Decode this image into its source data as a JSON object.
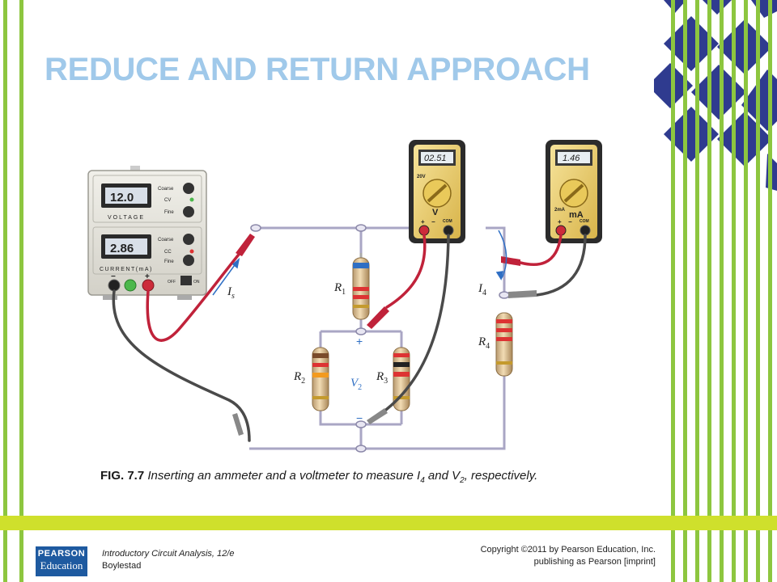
{
  "slide": {
    "title": "REDUCE AND RETURN APPROACH"
  },
  "figure": {
    "power_supply": {
      "voltage_readout": "12.0",
      "current_readout": "2.86",
      "voltage_label": "VOLTAGE",
      "current_label": "CURRENT(mA)",
      "coarse_label": "Coarse",
      "fine_label": "Fine",
      "cv_label": "CV",
      "cc_label": "CC",
      "off_label": "OFF",
      "on_label": "ON",
      "minus_sign": "−",
      "plus_sign": "+"
    },
    "voltmeter": {
      "readout": "02.51",
      "range_label": "20V",
      "unit_label": "V",
      "com_label": "COM",
      "plus_sign": "+",
      "minus_sign": "−"
    },
    "ammeter": {
      "readout": "1.46",
      "range_label": "2mA",
      "unit_label": "mA",
      "com_label": "COM",
      "plus_sign": "+",
      "minus_sign": "−"
    },
    "labels": {
      "is_main": "I",
      "is_sub": "s",
      "r1_main": "R",
      "r1_sub": "1",
      "r2_main": "R",
      "r2_sub": "2",
      "r3_main": "R",
      "r3_sub": "3",
      "r4_main": "R",
      "r4_sub": "4",
      "v2_main": "V",
      "v2_sub": "2",
      "i4_main": "I",
      "i4_sub": "4",
      "v2_plus": "+",
      "v2_minus": "−"
    }
  },
  "caption": {
    "label": "FIG. 7.7",
    "text_part1": " Inserting an ammeter and a voltmeter to measure I",
    "sub1": "4",
    "text_part2": " and V",
    "sub2": "2",
    "text_part3": ", respectively."
  },
  "footer": {
    "logo_line1": "PEARSON",
    "logo_line2": "Education",
    "book_title": "Introductory Circuit Analysis, 12/e",
    "author": "Boylestad",
    "copyright_line1": "Copyright ©2011 by Pearson Education, Inc.",
    "copyright_line2": "publishing as Pearson [imprint]"
  },
  "colors": {
    "stripe_green": "#8dc63f",
    "bar_yellow": "#cfe02c",
    "diamond_navy": "#2f3b8f",
    "title_blue": "#a0c9ea"
  }
}
